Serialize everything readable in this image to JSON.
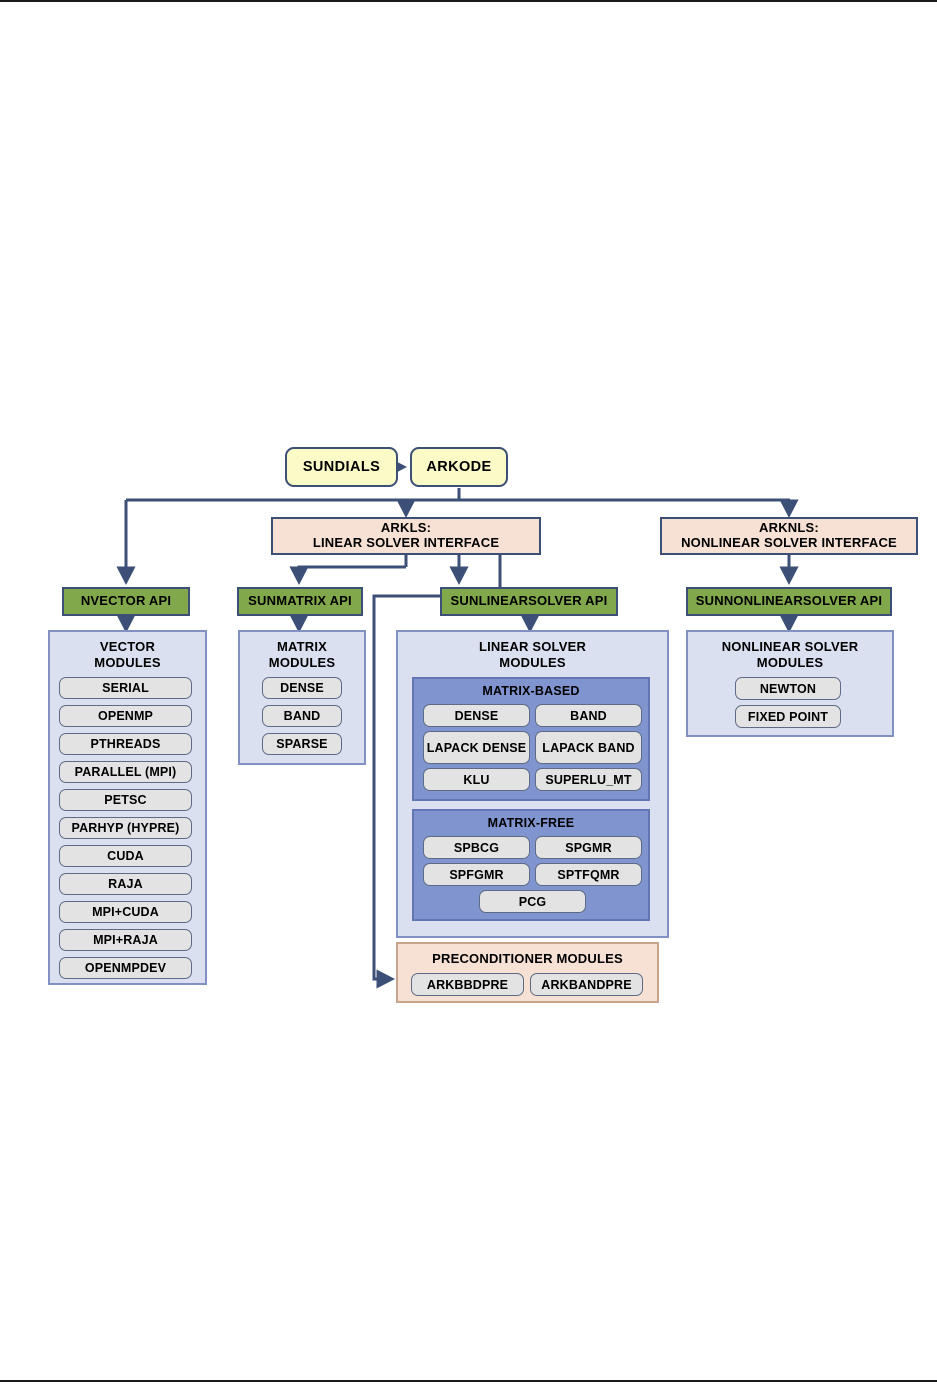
{
  "diagram": {
    "title_nodes": [
      {
        "id": "sundials",
        "label": "SUNDIALS"
      },
      {
        "id": "arkode",
        "label": "ARKODE"
      }
    ],
    "interfaces": [
      {
        "id": "arkls",
        "line1": "ARKLS:",
        "line2": "LINEAR SOLVER INTERFACE"
      },
      {
        "id": "arknls",
        "line1": "ARKNLS:",
        "line2": "NONLINEAR SOLVER INTERFACE"
      }
    ],
    "apis": [
      {
        "id": "nvector",
        "label": "NVECTOR API"
      },
      {
        "id": "sunmatrix",
        "label": "SUNMATRIX API"
      },
      {
        "id": "sunlinearsolver",
        "label": "SUNLINEARSOLVER API"
      },
      {
        "id": "sunnonlinearsolver",
        "label": "SUNNONLINEARSOLVER API"
      }
    ],
    "vector_modules": {
      "title_line1": "VECTOR",
      "title_line2": "MODULES",
      "items": [
        "SERIAL",
        "OPENMP",
        "PTHREADS",
        "PARALLEL (MPI)",
        "PETSC",
        "PARHYP (HYPRE)",
        "CUDA",
        "RAJA",
        "MPI+CUDA",
        "MPI+RAJA",
        "OPENMPDEV"
      ]
    },
    "matrix_modules": {
      "title_line1": "MATRIX",
      "title_line2": "MODULES",
      "items": [
        "DENSE",
        "BAND",
        "SPARSE"
      ]
    },
    "linear_solver_modules": {
      "title_line1": "LINEAR SOLVER",
      "title_line2": "MODULES",
      "matrix_based": {
        "title": "MATRIX-BASED",
        "items": [
          "DENSE",
          "BAND",
          "LAPACK DENSE",
          "LAPACK BAND",
          "KLU",
          "SUPERLU_MT"
        ]
      },
      "matrix_free": {
        "title": "MATRIX-FREE",
        "items": [
          "SPBCG",
          "SPGMR",
          "SPFGMR",
          "SPTFQMR",
          "PCG"
        ]
      }
    },
    "preconditioner_modules": {
      "title": "PRECONDITIONER MODULES",
      "items": [
        "ARKBBDPRE",
        "ARKBANDPRE"
      ]
    },
    "nonlinear_solver_modules": {
      "title_line1": "NONLINEAR SOLVER",
      "title_line2": "MODULES",
      "items": [
        "NEWTON",
        "FIXED POINT"
      ]
    },
    "colors": {
      "top_node_fill": "#fbfbc8",
      "interface_fill": "#f6e1d4",
      "api_fill": "#81a94c",
      "panel_fill": "#dbe0f1",
      "subpanel_fill": "#8095d0",
      "chip_fill": "#e3e3e3",
      "stroke": "#3c4f76"
    }
  }
}
